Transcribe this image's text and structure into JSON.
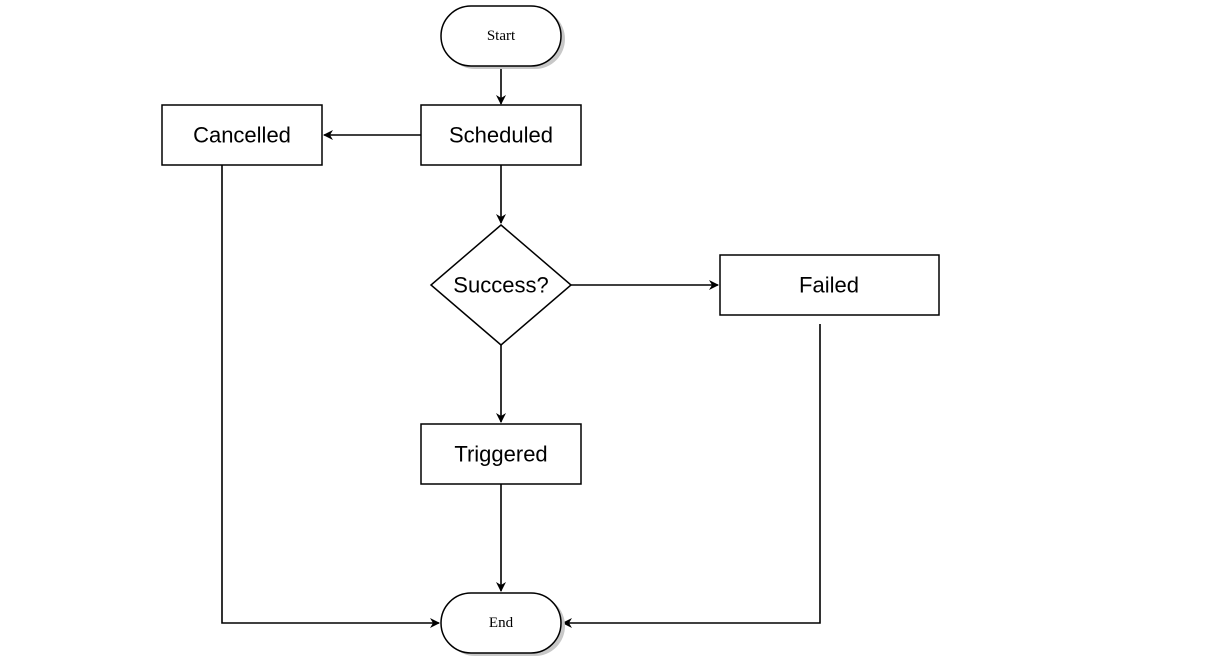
{
  "diagram": {
    "nodes": {
      "start": {
        "label": "Start",
        "shape": "terminal"
      },
      "scheduled": {
        "label": "Scheduled",
        "shape": "process"
      },
      "cancelled": {
        "label": "Cancelled",
        "shape": "process"
      },
      "success": {
        "label": "Success?",
        "shape": "decision"
      },
      "failed": {
        "label": "Failed",
        "shape": "process"
      },
      "triggered": {
        "label": "Triggered",
        "shape": "process"
      },
      "end": {
        "label": "End",
        "shape": "terminal"
      }
    },
    "edges": [
      {
        "from": "start",
        "to": "scheduled"
      },
      {
        "from": "scheduled",
        "to": "cancelled"
      },
      {
        "from": "scheduled",
        "to": "success"
      },
      {
        "from": "success",
        "to": "failed"
      },
      {
        "from": "success",
        "to": "triggered"
      },
      {
        "from": "triggered",
        "to": "end"
      },
      {
        "from": "cancelled",
        "to": "end"
      },
      {
        "from": "failed",
        "to": "end"
      }
    ],
    "colors": {
      "stroke": "#000000",
      "fill": "#ffffff",
      "shadow": "#c8c8c8"
    }
  }
}
